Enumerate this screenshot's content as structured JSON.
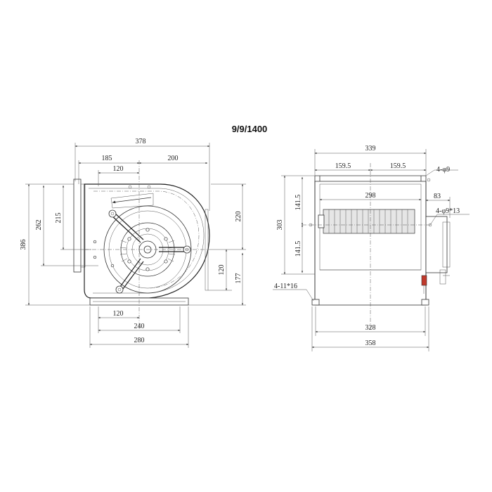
{
  "title": "9/9/1400",
  "left_view": {
    "dims": {
      "w378": "378",
      "w185": "185",
      "w200": "200",
      "w120_top": "120",
      "h386": "386",
      "h262": "262",
      "h215": "215",
      "h220": "220",
      "h120": "120",
      "h177": "177",
      "b120": "120",
      "b240": "240",
      "b280": "280"
    }
  },
  "right_view": {
    "dims": {
      "w339": "339",
      "w159a": "159.5",
      "w159b": "159.5",
      "w298": "298",
      "w83": "83",
      "h303": "303",
      "h141a": "141.5",
      "h141b": "141.5",
      "b328": "328",
      "b358": "358",
      "hole_4phi9": "4-φ9",
      "hole_4phi913": "4-φ9*13",
      "hole_411x16": "4-11*16"
    }
  },
  "colors": {
    "line": "#333333",
    "accent": "#c0392b"
  }
}
